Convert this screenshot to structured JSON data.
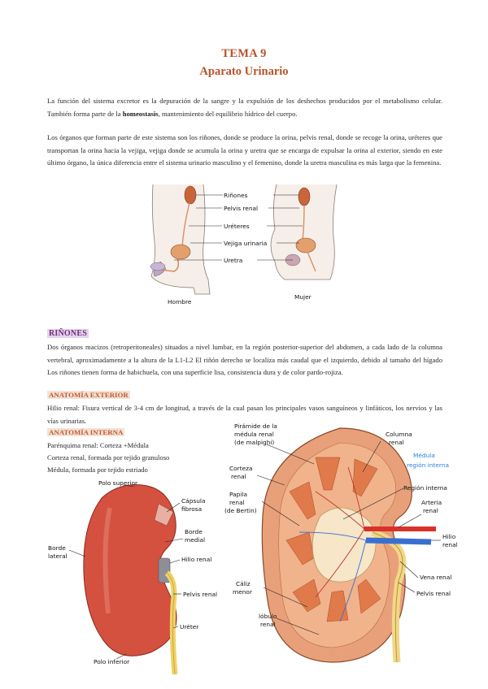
{
  "header": {
    "title": "TEMA 9",
    "subtitle": "Aparato Urinario"
  },
  "intro": {
    "p1_a": "La función del sistema excretor es la depuración de la sangre y la expulsión de los deshechos producidos por el metabolismo celular. También forma parte de la ",
    "p1_bold": "homeostasis",
    "p1_b": ", mantenimiento del equilibrio hídrico del cuerpo.",
    "p2": "Los órganos que forman parte de este sistema son los riñones, donde se produce la orina, pelvis renal, donde se recoge la orina, uréteres que transportan la orina hacia la vejiga, vejiga donde se acumula la orina y uretra que se encarga de expulsar la orina al exterior, siendo en este último órgano, la única diferencia entre el sistema urinario masculino y el femenino, donde la uretra masculina es más larga que la femenina."
  },
  "figure1": {
    "labels": [
      "Riñones",
      "Pelvis renal",
      "Uréteres",
      "Vejiga urinaria",
      "Uretra"
    ],
    "caption_male": "Hombre",
    "caption_female": "Mujer"
  },
  "rinones": {
    "heading": "RIÑONES",
    "text": "Dos órganos macizos (retroperitoneales) situados a nivel lumbar, en la región posterior-superior del abdomen, a cada lado de la columna vertebral, aproximadamente a la altura de la L1-L2 El riñón derecho se localiza más caudal que el izquierdo, debido al tamaño del hígado Los riñones tienen forma de habichuela, con una superficie lisa, consistencia dura y de color pardo-rojiza."
  },
  "anatomia_exterior": {
    "heading": "ANATOMÍA EXTERIOR",
    "text": "Hilio renal: Fisura vertical de 3-4 cm de longitud, a través de la cual pasan los principales vasos sanguíneos y linfáticos, los nervios y las vías urinarias."
  },
  "anatomia_interna": {
    "heading": "ANATOMÍA INTERNA",
    "lines": [
      "Parénquima renal: Corteza +Médula",
      "Corteza renal, formada por  tejido granuloso",
      "Médula, formada por tejido estriado"
    ]
  },
  "figure2": {
    "labels": {
      "polo_superior": "Polo superior",
      "capsula": [
        "Cápsula",
        "fibrosa"
      ],
      "borde_medial": [
        "Borde",
        "medial"
      ],
      "borde_lateral": [
        "Borde",
        "lateral"
      ],
      "hilio": "Hilio renal",
      "pelvis": "Pelvis renal",
      "ureter": "Uréter",
      "polo_inferior": "Polo inferior"
    }
  },
  "figure3": {
    "labels": {
      "piramide": [
        "Pirámide de la",
        "médula renal",
        "(de malpighi)"
      ],
      "columna": [
        "Columna",
        "renal"
      ],
      "medula": [
        "Médula",
        "región interna"
      ],
      "corteza": [
        "Corteza",
        "renal"
      ],
      "region_interna": "Región interna",
      "papila": [
        "Papila",
        "renal",
        "(de Bertin)"
      ],
      "arteria": [
        "Arteria",
        "renal"
      ],
      "hilio": [
        "Hilio",
        "renal"
      ],
      "caliz": [
        "Cáliz",
        "menor"
      ],
      "vena": "Vena renal",
      "pelvis": "Pelvis renal",
      "lobulo": [
        "lóbulo",
        "renal"
      ]
    }
  },
  "colors": {
    "title": "#b5532a",
    "section": "#6f2f7a",
    "subsection": "#c45a2e",
    "blue_note": "#2a7fe0"
  }
}
